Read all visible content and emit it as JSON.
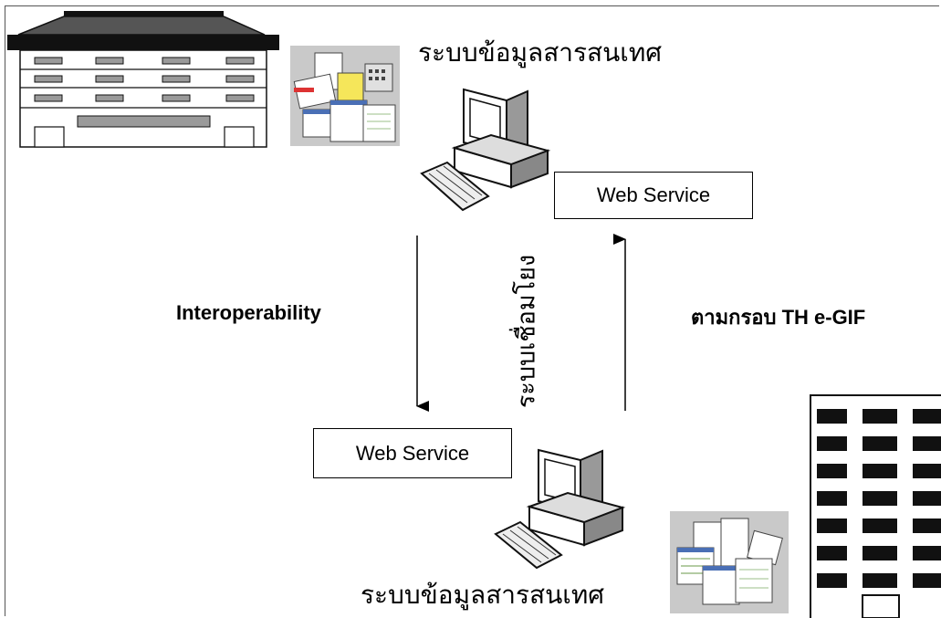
{
  "top_system": {
    "label": "ระบบข้อมูลสารสนเทศ"
  },
  "bottom_system": {
    "label": "ระบบข้อมูลสารสนเทศ"
  },
  "web_service_top": {
    "label": "Web Service"
  },
  "web_service_bottom": {
    "label": "Web Service"
  },
  "interoperability": {
    "label": "Interoperability"
  },
  "connection": {
    "label": "ระบบเชื่อมโยง"
  },
  "framework": {
    "label": "ตามกรอบ TH e-GIF"
  },
  "icons": {
    "top_left": "office-building-icon",
    "top_docs": "documents-icon",
    "top_computer": "desktop-computer-icon",
    "bottom_computer": "desktop-computer-icon",
    "bottom_docs": "documents-icon",
    "bottom_right": "high-rise-building-icon"
  }
}
